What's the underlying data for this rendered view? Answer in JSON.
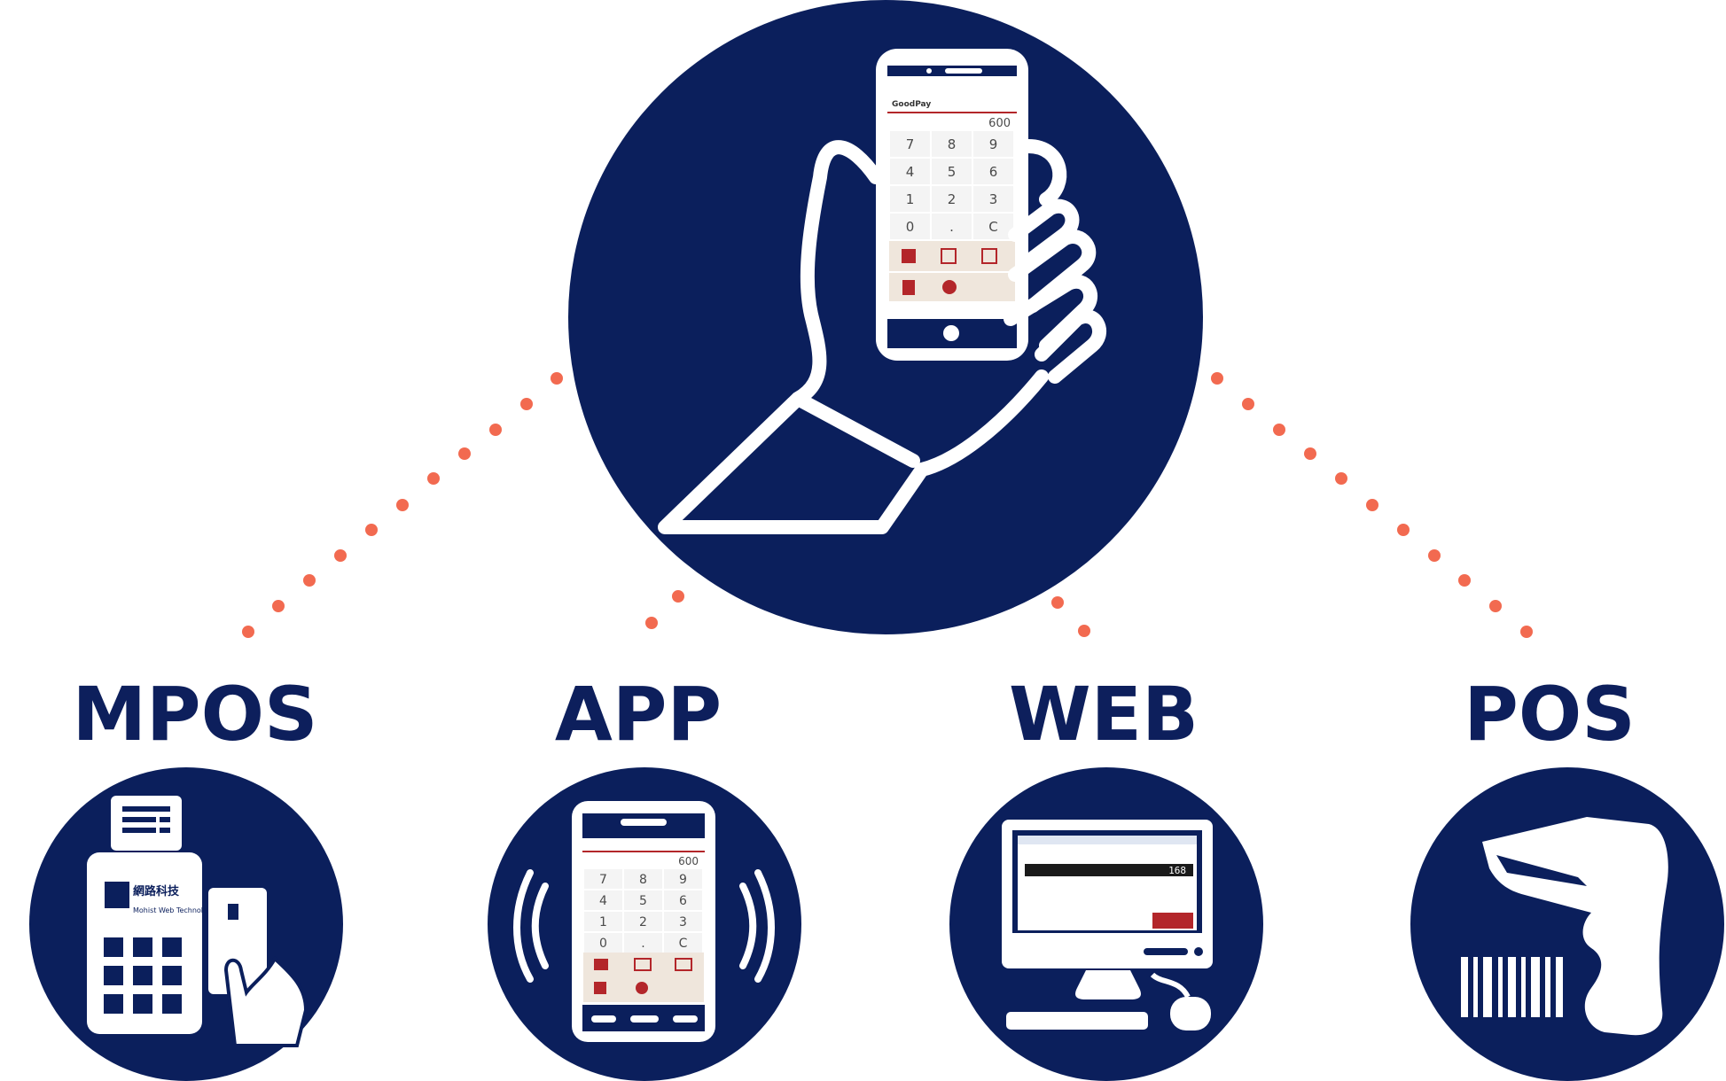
{
  "colors": {
    "navy": "#0b1f5c",
    "dot": "#f26a50",
    "white": "#ffffff",
    "label": "#0d1f5c",
    "accent_red": "#b3262a"
  },
  "hub": {
    "icon": "hand-holding-phone-icon",
    "app_name": "GoodPay",
    "amount": "600",
    "keypad": [
      "7",
      "8",
      "9",
      "4",
      "5",
      "6",
      "1",
      "2",
      "3",
      "0",
      ".",
      "C"
    ]
  },
  "channels": [
    {
      "id": "mpos",
      "label": "MPOS",
      "icon": "card-terminal-icon",
      "logo_text": "網路科技",
      "logo_sub": "Mohist Web Technology"
    },
    {
      "id": "app",
      "label": "APP",
      "icon": "smartphone-nfc-icon",
      "amount": "600",
      "keypad": [
        "7",
        "8",
        "9",
        "4",
        "5",
        "6",
        "1",
        "2",
        "3",
        "0",
        ".",
        "C"
      ]
    },
    {
      "id": "web",
      "label": "WEB",
      "icon": "desktop-computer-icon",
      "amount": "168"
    },
    {
      "id": "pos",
      "label": "POS",
      "icon": "barcode-scanner-icon"
    }
  ]
}
